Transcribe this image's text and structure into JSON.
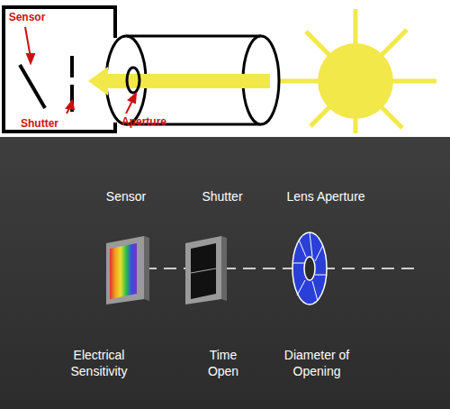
{
  "diagram": {
    "labels": [
      "Sensor",
      "Shutter",
      "Aperture",
      "Sensor",
      "Shutter",
      "Lens Aperture",
      "Electrical Sensitivity",
      "Time Open",
      "Diameter of Opening"
    ]
  }
}
